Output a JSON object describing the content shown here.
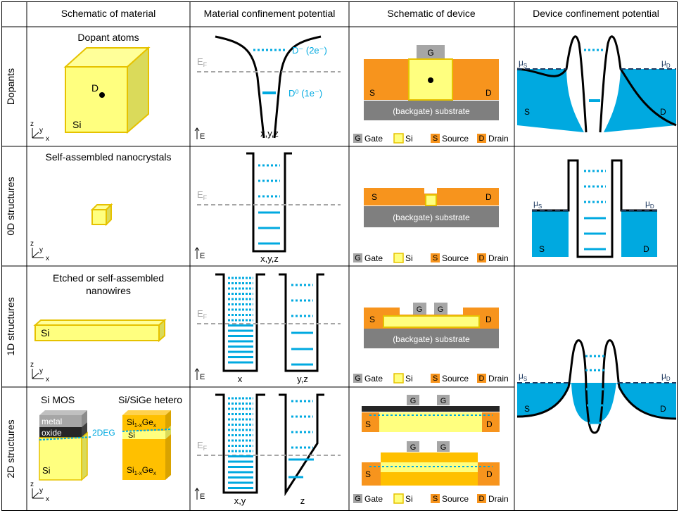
{
  "headers": [
    "Schematic  of  material",
    "Material confinement potential",
    "Schematic  of device",
    "Device confinement potential"
  ],
  "rows": [
    "Dopants",
    "0D structures",
    "1D structures",
    "2D structures"
  ],
  "axes": {
    "z": "z",
    "y": "y",
    "x": "x",
    "E": "E",
    "ef_main": "E",
    "ef_sub": "F"
  },
  "materials": {
    "dopants_title": "Dopant atoms",
    "dopants_label": "D",
    "si": "Si",
    "nanocrystal_title": "Self-assembled nanocrystals",
    "nanowire_title_1": "Etched or self-assembled",
    "nanowire_title_2": "nanowires",
    "mos_title": "Si MOS",
    "sige_title": "Si/SiGe hetero",
    "metal": "metal",
    "oxide": "oxide",
    "twodeg": "2DEG",
    "si1xgex": "Si",
    "si1xgex_sub": "1-x",
    "ge": "Ge",
    "ge_sub": "x"
  },
  "potentials": {
    "d_minus": "D⁻ (2e⁻)",
    "d_zero": "D⁰ (1e⁻)",
    "xyz": "x,y,z",
    "x": "x",
    "yz": "y,z",
    "xy": "x,y",
    "z": "z"
  },
  "device": {
    "gate": "G",
    "source": "S",
    "drain": "D",
    "substrate": "(backgate) substrate",
    "legend": {
      "gate": "Gate",
      "si": "Si",
      "source": "Source",
      "drain": "Drain",
      "g": "G",
      "s": "S",
      "d": "D"
    }
  },
  "device_potential": {
    "mu": "μ",
    "s": "S",
    "d": "D"
  },
  "colors": {
    "si": "#ffff7f",
    "si_border": "#e6c200",
    "source": "#f7941d",
    "sige": "#ffc000",
    "gate": "#a6a6a6",
    "substrate": "#7f7f7f",
    "blue": "#00a9e0",
    "ef": "#a6a6a6"
  }
}
